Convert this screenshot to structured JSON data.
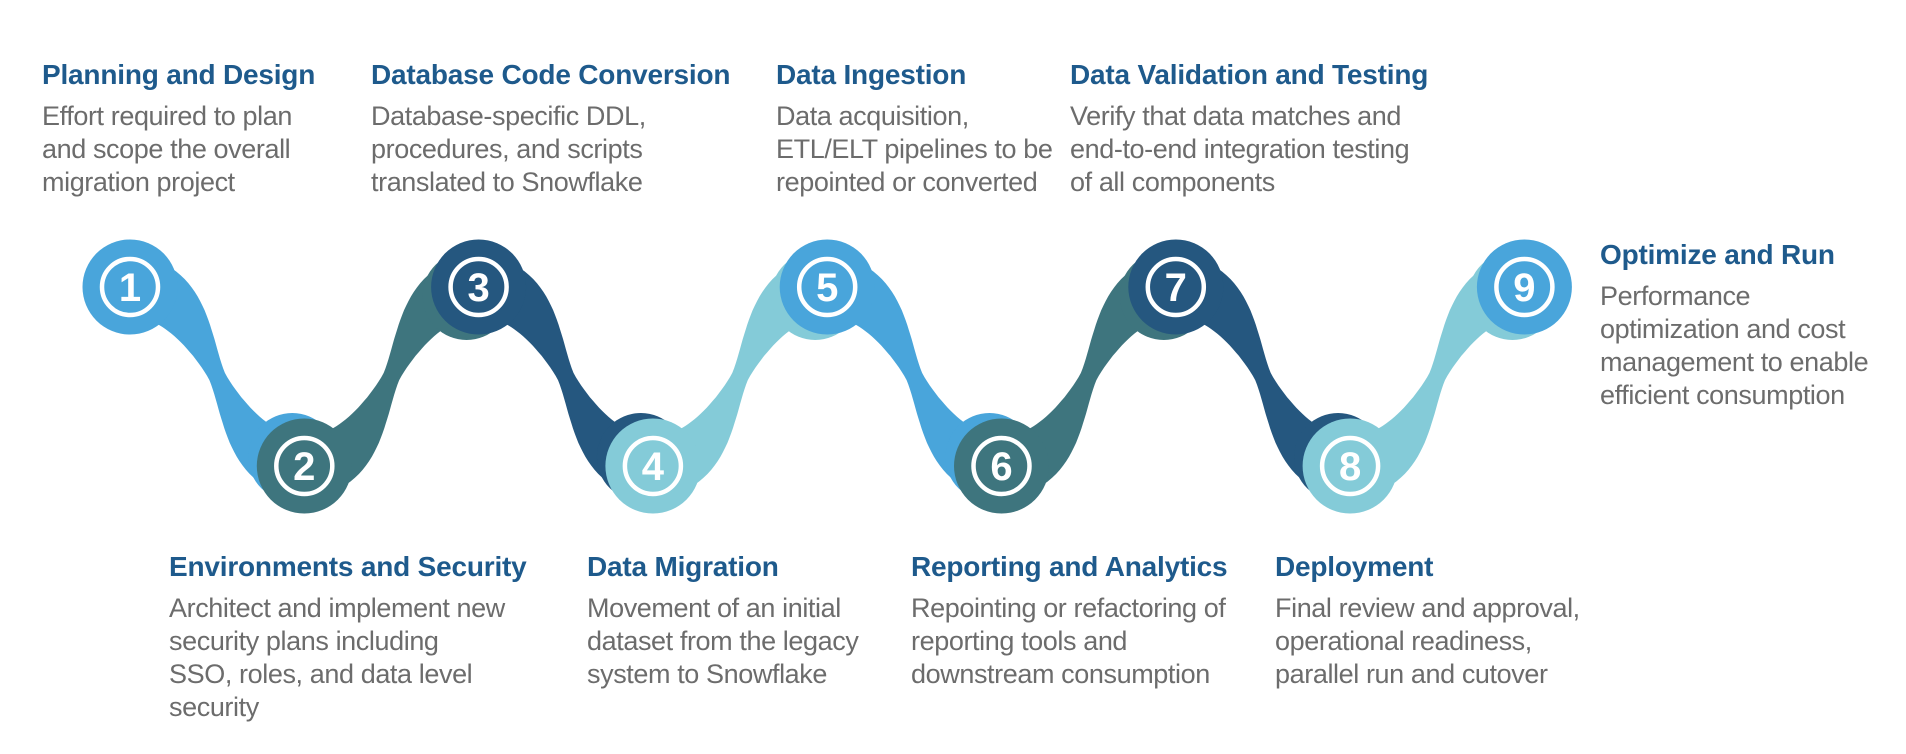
{
  "diagram": {
    "name": "Snowflake migration process wave",
    "palette": {
      "light_blue": "#49A5DB",
      "teal": "#3E757E",
      "navy": "#25577F",
      "cyan": "#84CBD8",
      "heading_text": "#1E5A8C",
      "body_text": "#6C6C6C",
      "ring_and_number": "#FFFFFF",
      "background": "#FFFFFF"
    },
    "steps": [
      {
        "number": "1",
        "row": "top",
        "color": "light_blue",
        "title": "Planning and Design",
        "description_lines": [
          "Effort required to plan",
          "and scope the overall",
          "migration project"
        ]
      },
      {
        "number": "2",
        "row": "bottom",
        "color": "teal",
        "title": "Environments and Security",
        "description_lines": [
          "Architect and implement new",
          "security plans including",
          "SSO, roles, and data level",
          "security"
        ]
      },
      {
        "number": "3",
        "row": "top",
        "color": "navy",
        "title": "Database Code Conversion",
        "description_lines": [
          "Database-specific DDL,",
          "procedures, and scripts",
          "translated to Snowflake"
        ]
      },
      {
        "number": "4",
        "row": "bottom",
        "color": "cyan",
        "title": "Data Migration",
        "description_lines": [
          "Movement of an initial",
          "dataset from the legacy",
          "system to Snowflake"
        ]
      },
      {
        "number": "5",
        "row": "top",
        "color": "light_blue",
        "title": "Data Ingestion",
        "description_lines": [
          "Data acquisition,",
          "ETL/ELT pipelines to be",
          "repointed or converted"
        ]
      },
      {
        "number": "6",
        "row": "bottom",
        "color": "teal",
        "title": "Reporting and Analytics",
        "description_lines": [
          "Repointing or refactoring of",
          "reporting tools and",
          "downstream consumption"
        ]
      },
      {
        "number": "7",
        "row": "top",
        "color": "navy",
        "title": "Data Validation and Testing",
        "description_lines": [
          "Verify that data matches and",
          "end-to-end integration testing",
          "of all components"
        ]
      },
      {
        "number": "8",
        "row": "bottom",
        "color": "cyan",
        "title": "Deployment",
        "description_lines": [
          "Final review and approval,",
          "operational readiness,",
          "parallel run and cutover"
        ]
      },
      {
        "number": "9",
        "row": "right",
        "color": "light_blue",
        "title": "Optimize and Run",
        "description_lines": [
          "Performance",
          "optimization and cost",
          "management to enable",
          "efficient consumption"
        ]
      }
    ]
  }
}
